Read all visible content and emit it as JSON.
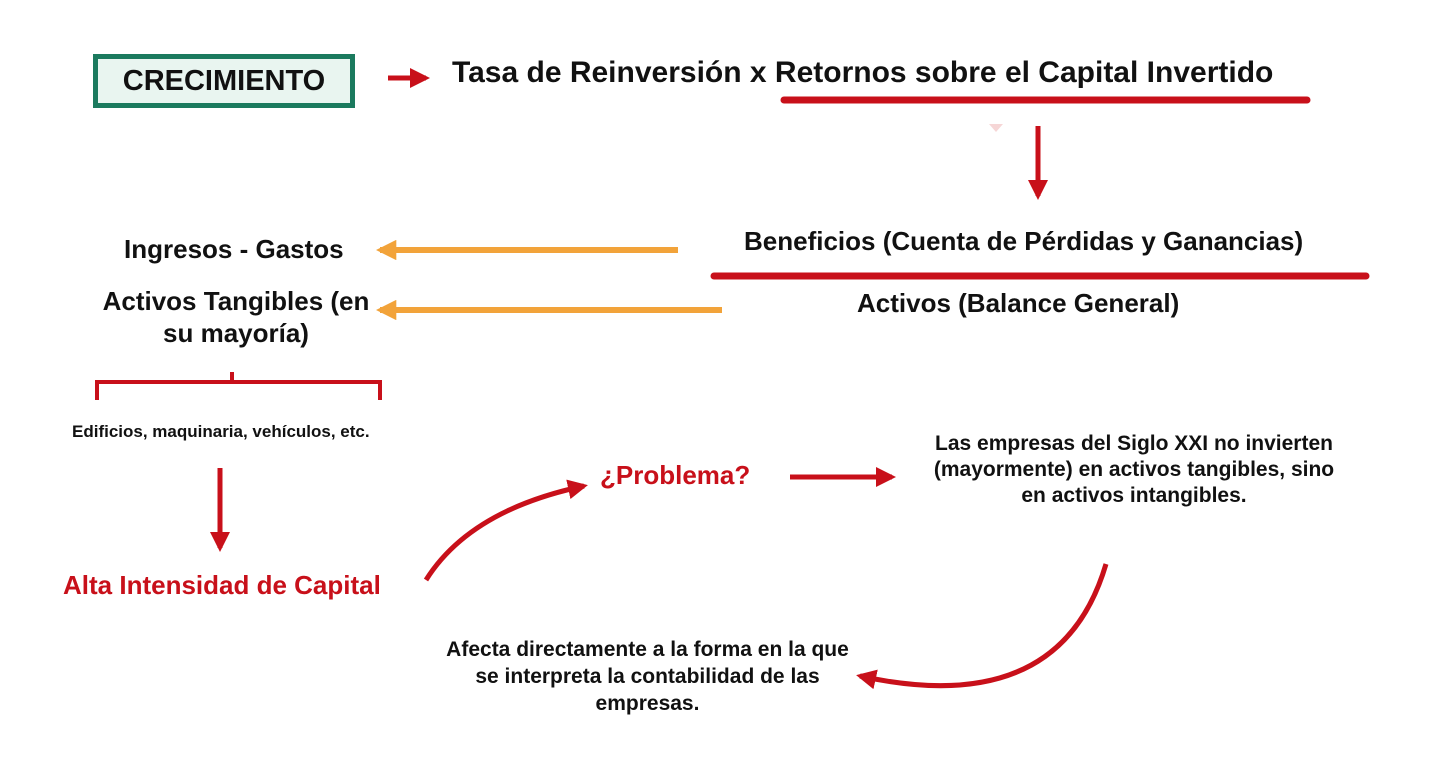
{
  "growth_box": {
    "label": "CRECIMIENTO"
  },
  "formula": "Tasa de Reinversión x Retornos sobre el Capital Invertido",
  "right": {
    "profits": "Beneficios (Cuenta de Pérdidas y Ganancias)",
    "assets": "Activos (Balance General)"
  },
  "left": {
    "income_expenses": "Ingresos - Gastos",
    "tangible_assets": "Activos Tangibles (en su mayoría)",
    "examples": "Edificios, maquinaria, vehículos, etc.",
    "capital_intensity": "Alta Intensidad de Capital"
  },
  "problem": "¿Problema?",
  "intangibles_note": "Las empresas del Siglo XXI no invierten (mayormente) en activos tangibles, sino en activos intangibles.",
  "conclusion": "Afecta directamente a la forma en la que se interpreta la contabilidad de las empresas.",
  "colors": {
    "red": "#c8101a",
    "orange": "#f2a33a",
    "green_border": "#1b7a5e",
    "green_fill": "#e9f5f0"
  }
}
